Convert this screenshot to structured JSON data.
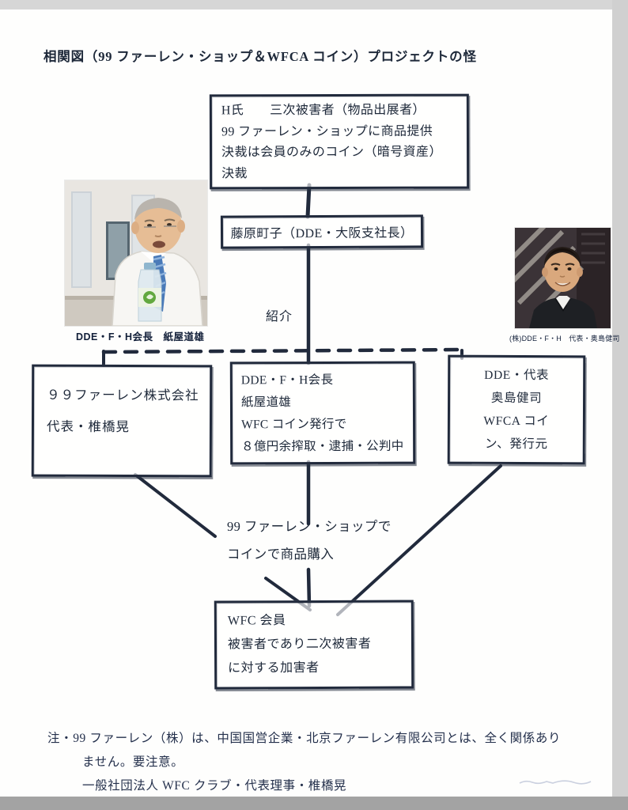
{
  "title": "相関図（99 ファーレン・ショップ＆WFCA コイン）プロジェクトの怪",
  "boxes": {
    "victim_h": {
      "lines": [
        "H氏　　三次被害者（物品出展者）",
        "99 ファーレン・ショップに商品提供",
        "決裁は会員のみのコイン（暗号資産）",
        "決裁"
      ]
    },
    "fujiwara": {
      "label": "藤原町子（DDE・大阪支社長）"
    },
    "farren99": {
      "lines": [
        "９９ファーレン株式会社",
        "代表・椎橋晃"
      ]
    },
    "kamiya": {
      "lines": [
        "DDE・F・H会長",
        "紙屋道雄",
        "WFC コイン発行で",
        "８億円余搾取・逮捕・公判中"
      ]
    },
    "okushima": {
      "lines": [
        "DDE・代表",
        "奥島健司",
        "WFCA コイ",
        "ン、発行元"
      ]
    },
    "wfc_member": {
      "lines": [
        "WFC 会員",
        "被害者であり二次被害者",
        "に対する加害者"
      ]
    }
  },
  "labels": {
    "intro": "紹介",
    "purchase": {
      "lines": [
        "99 ファーレン・ショップで",
        "コインで商品購入"
      ]
    }
  },
  "photos": {
    "kamiya": {
      "caption": "DDE・F・H会長　紙屋道雄"
    },
    "okushima": {
      "caption": "(株)DDE・F・H　代表・奥島健司"
    }
  },
  "footnote": {
    "lines": [
      "注・99 ファーレン（株）は、中国国営企業・北京ファーレン有限公司とは、全く関係あり",
      "ません。要注意。",
      "一般社団法人 WFC クラブ・代表理事・椎橋晃"
    ]
  },
  "colors": {
    "ink": "#212a3c",
    "paper": "#fefefd",
    "scan_edge": "#a3a3a3"
  }
}
